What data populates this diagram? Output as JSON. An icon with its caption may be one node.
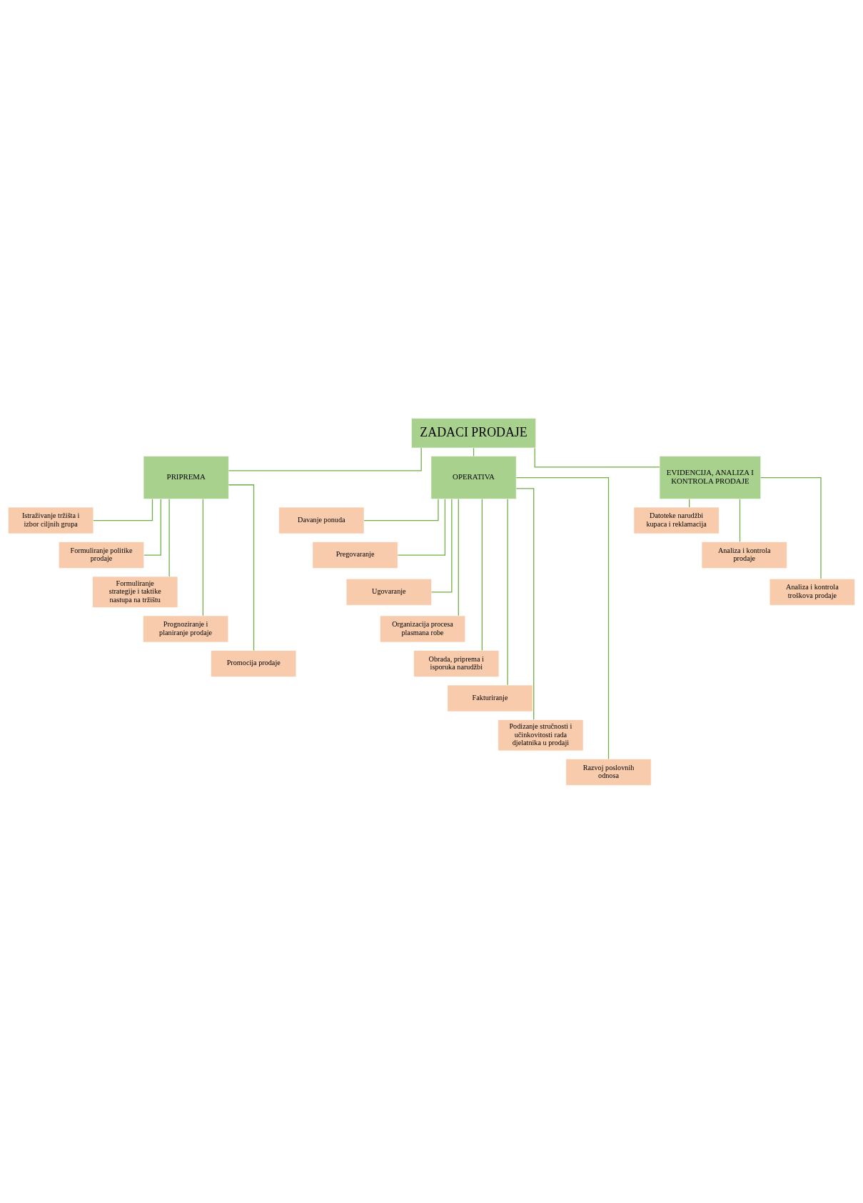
{
  "diagram": {
    "nodes": [
      {
        "text": [
          "ZADACI PRODAJE"
        ]
      },
      {
        "text": [
          "PRIPREMA"
        ]
      },
      {
        "text": [
          "OPERATIVA"
        ]
      },
      {
        "text": [
          "EVIDENCIJA, ANALIZA I KONTROLA PRODAJE"
        ]
      },
      {
        "text": [
          "Istraživanje tržišta i izbor ciljnih grupa"
        ]
      },
      {
        "text": [
          "Formuliranje politike prodaje"
        ]
      },
      {
        "text": [
          "Formuliranje strategije i taktike nastupa na tržištu"
        ]
      },
      {
        "text": [
          "Prognoziranje i planiranje prodaje"
        ]
      },
      {
        "text": [
          "Promocija prodaje"
        ]
      },
      {
        "text": [
          "Davanje ponuda"
        ]
      },
      {
        "text": [
          "Pregovaranje"
        ]
      },
      {
        "text": [
          "Ugovaranje"
        ]
      },
      {
        "text": [
          "Organizacija procesa plasmana robe"
        ]
      },
      {
        "text": [
          "Obrada, priprema i isporuka narudžbi"
        ]
      },
      {
        "text": [
          "Fakturiranje"
        ]
      },
      {
        "text": [
          "Podizanje stručnosti i učinkovitosti rada djelatnika u prodaji"
        ]
      },
      {
        "text": [
          "Razvoj poslovnih odnosa"
        ]
      },
      {
        "text": [
          "Datoteke narudžbi kupaca i reklamacija"
        ]
      },
      {
        "text": [
          "Analiza i kontrola prodaje"
        ]
      },
      {
        "text": [
          "Analiza i kontrola troškova prodaje"
        ]
      }
    ],
    "edges": [
      {
        "from": 0,
        "to": 1,
        "arrow": "none"
      },
      {
        "from": 0,
        "to": 2,
        "arrow": "none"
      },
      {
        "from": 0,
        "to": 3,
        "arrow": "none"
      },
      {
        "from": 1,
        "to": 4,
        "arrow": "none"
      },
      {
        "from": 1,
        "to": 5,
        "arrow": "none"
      },
      {
        "from": 1,
        "to": 6,
        "arrow": "none"
      },
      {
        "from": 1,
        "to": 7,
        "arrow": "none"
      },
      {
        "from": 1,
        "to": 8,
        "arrow": "none"
      },
      {
        "from": 2,
        "to": 9,
        "arrow": "none"
      },
      {
        "from": 2,
        "to": 10,
        "arrow": "none"
      },
      {
        "from": 2,
        "to": 11,
        "arrow": "none"
      },
      {
        "from": 2,
        "to": 12,
        "arrow": "none"
      },
      {
        "from": 2,
        "to": 13,
        "arrow": "none"
      },
      {
        "from": 2,
        "to": 14,
        "arrow": "none"
      },
      {
        "from": 2,
        "to": 15,
        "arrow": "none"
      },
      {
        "from": 2,
        "to": 16,
        "arrow": "none"
      },
      {
        "from": 3,
        "to": 17,
        "arrow": "none"
      },
      {
        "from": 3,
        "to": 18,
        "arrow": "none"
      },
      {
        "from": 3,
        "to": 19,
        "arrow": "none"
      }
    ]
  }
}
